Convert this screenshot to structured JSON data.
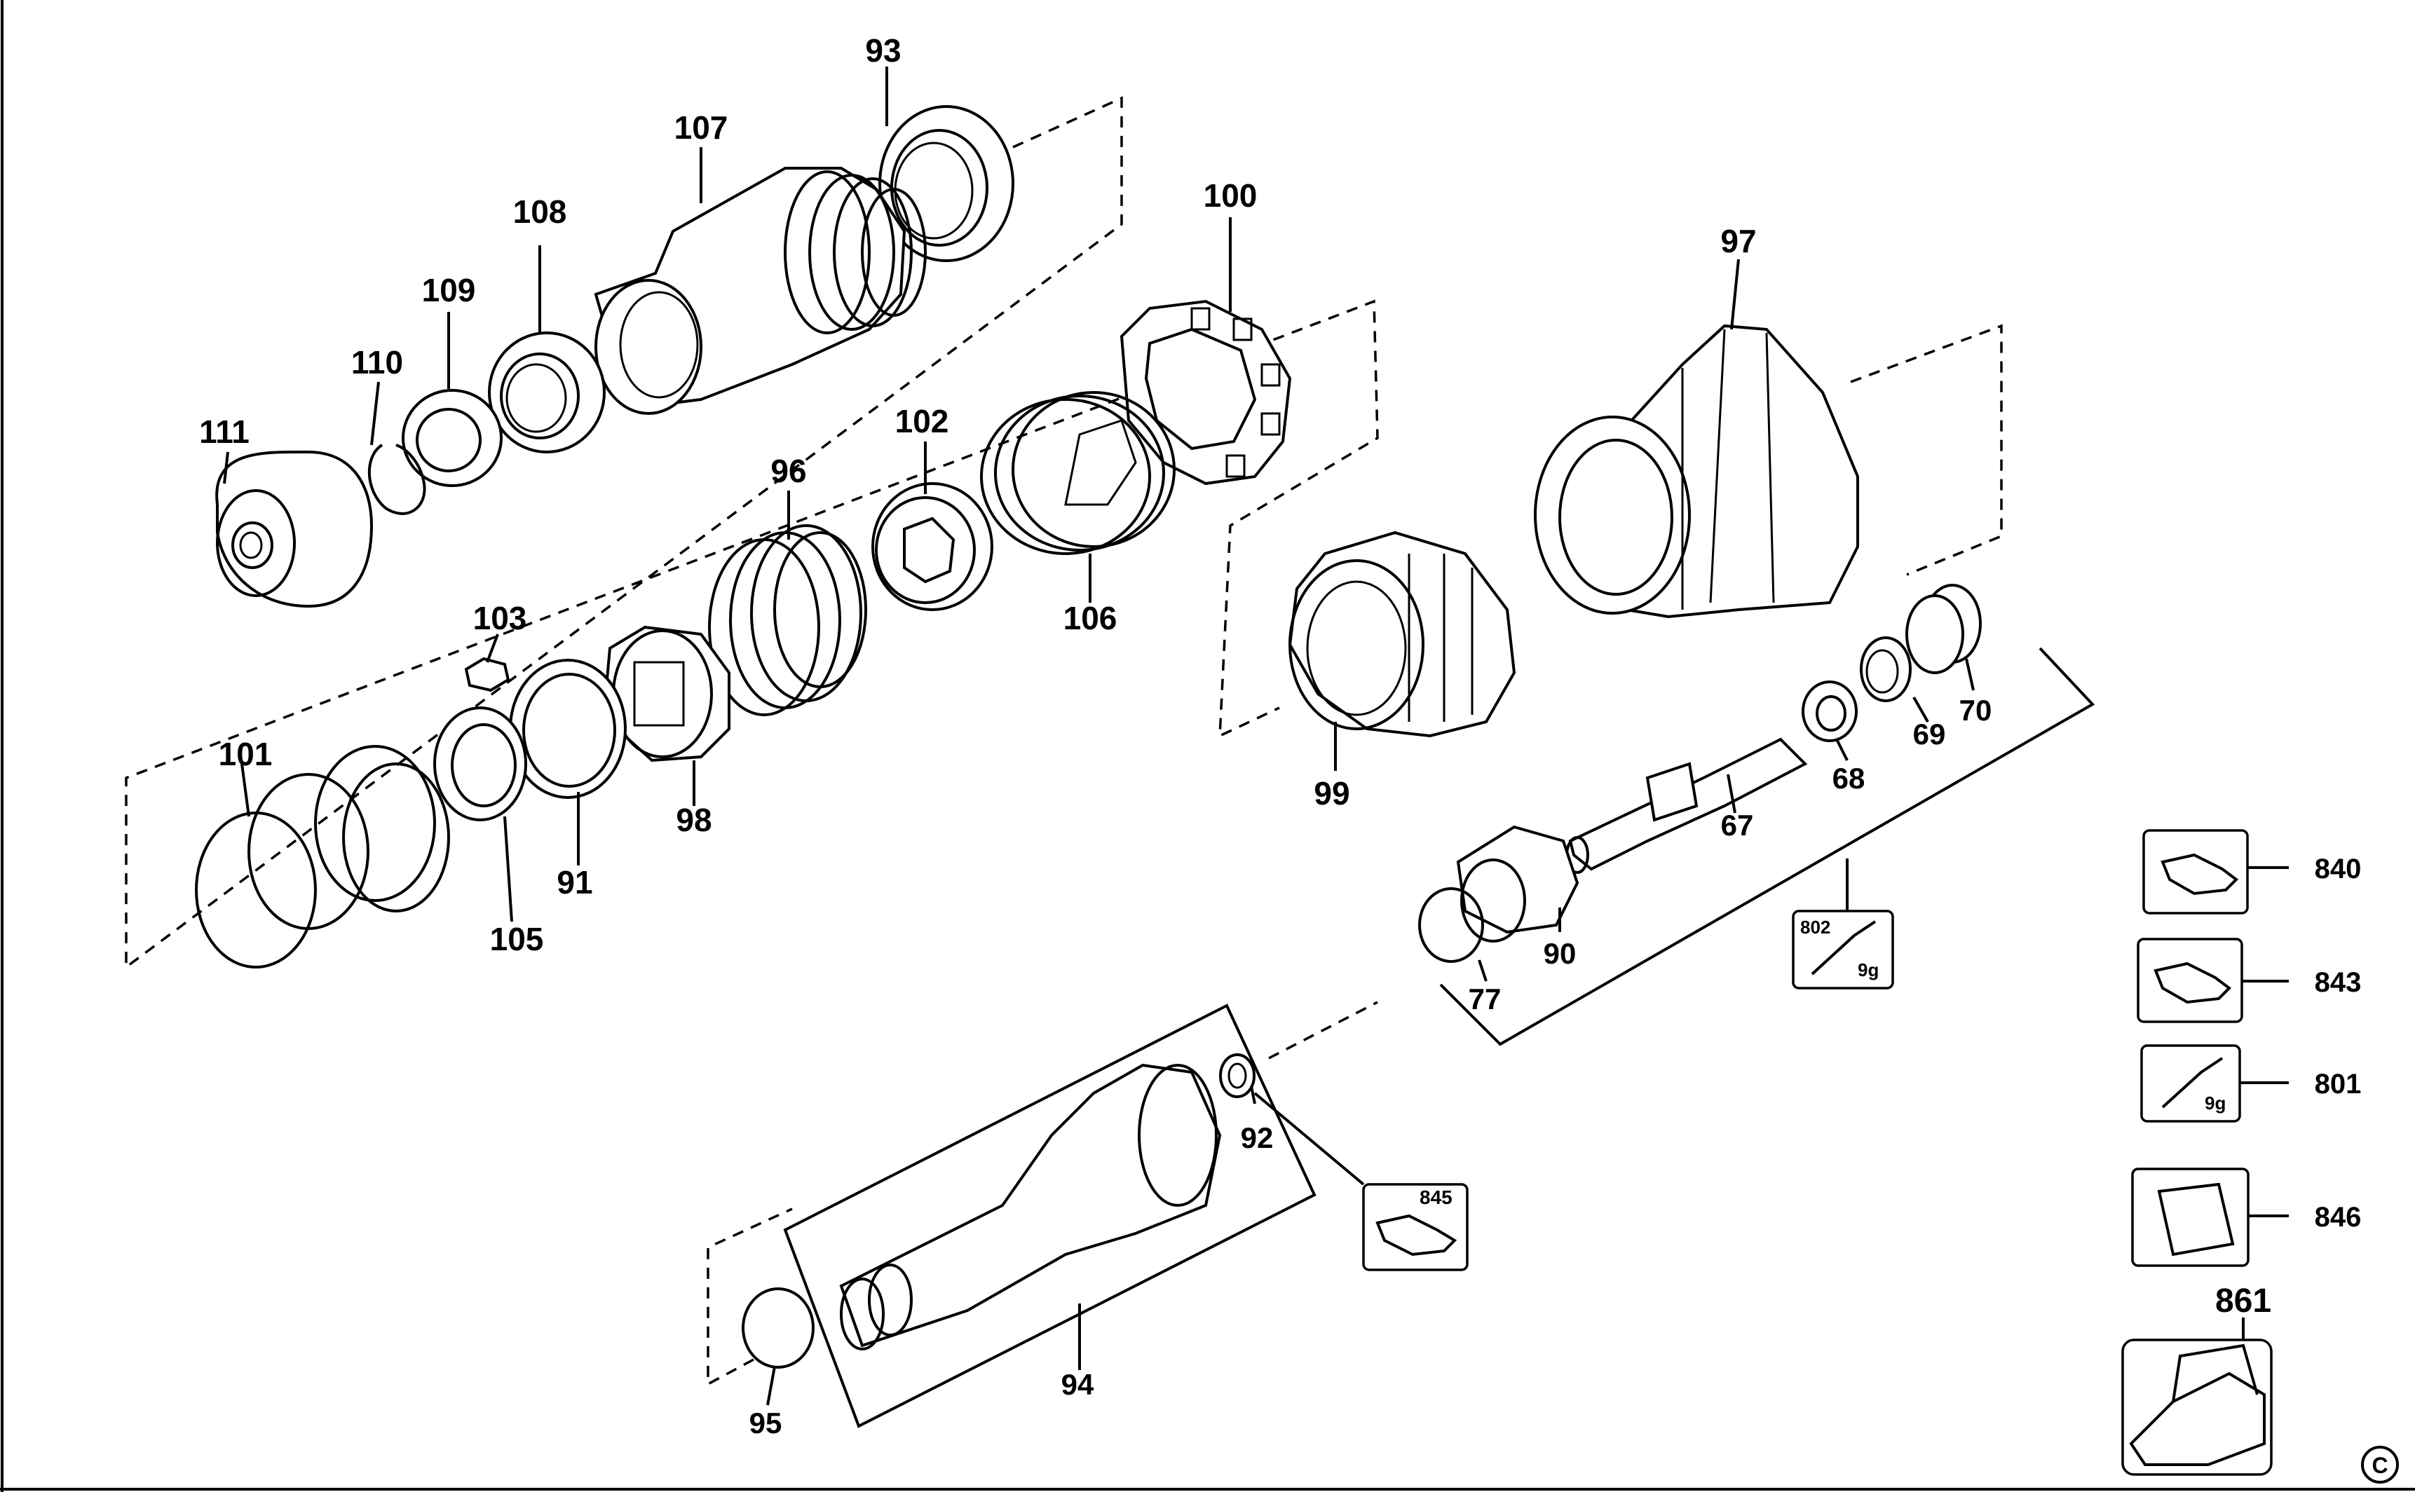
{
  "diagram": {
    "parts": [
      {
        "id": "p93",
        "label": "93"
      },
      {
        "id": "p107",
        "label": "107"
      },
      {
        "id": "p108",
        "label": "108"
      },
      {
        "id": "p109",
        "label": "109"
      },
      {
        "id": "p110",
        "label": "110"
      },
      {
        "id": "p111",
        "label": "111"
      },
      {
        "id": "p100",
        "label": "100"
      },
      {
        "id": "p97",
        "label": "97"
      },
      {
        "id": "p102",
        "label": "102"
      },
      {
        "id": "p96",
        "label": "96"
      },
      {
        "id": "p106",
        "label": "106"
      },
      {
        "id": "p103",
        "label": "103"
      },
      {
        "id": "p101",
        "label": "101"
      },
      {
        "id": "p105",
        "label": "105"
      },
      {
        "id": "p91",
        "label": "91"
      },
      {
        "id": "p98",
        "label": "98"
      },
      {
        "id": "p99",
        "label": "99"
      },
      {
        "id": "p70",
        "label": "70"
      },
      {
        "id": "p69",
        "label": "69"
      },
      {
        "id": "p68",
        "label": "68"
      },
      {
        "id": "p67",
        "label": "67"
      },
      {
        "id": "p90",
        "label": "90"
      },
      {
        "id": "p77",
        "label": "77"
      },
      {
        "id": "p92",
        "label": "92"
      },
      {
        "id": "p94",
        "label": "94"
      },
      {
        "id": "p95",
        "label": "95"
      },
      {
        "id": "p840",
        "label": "840"
      },
      {
        "id": "p843",
        "label": "843"
      },
      {
        "id": "p801",
        "label": "801"
      },
      {
        "id": "p846",
        "label": "846"
      },
      {
        "id": "p861",
        "label": "861"
      }
    ],
    "kits": {
      "k802": {
        "label": "802",
        "weight": "9g"
      },
      "k801": {
        "weight": "9g"
      },
      "k845": {
        "label": "845"
      }
    },
    "copyright_symbol": "C"
  }
}
